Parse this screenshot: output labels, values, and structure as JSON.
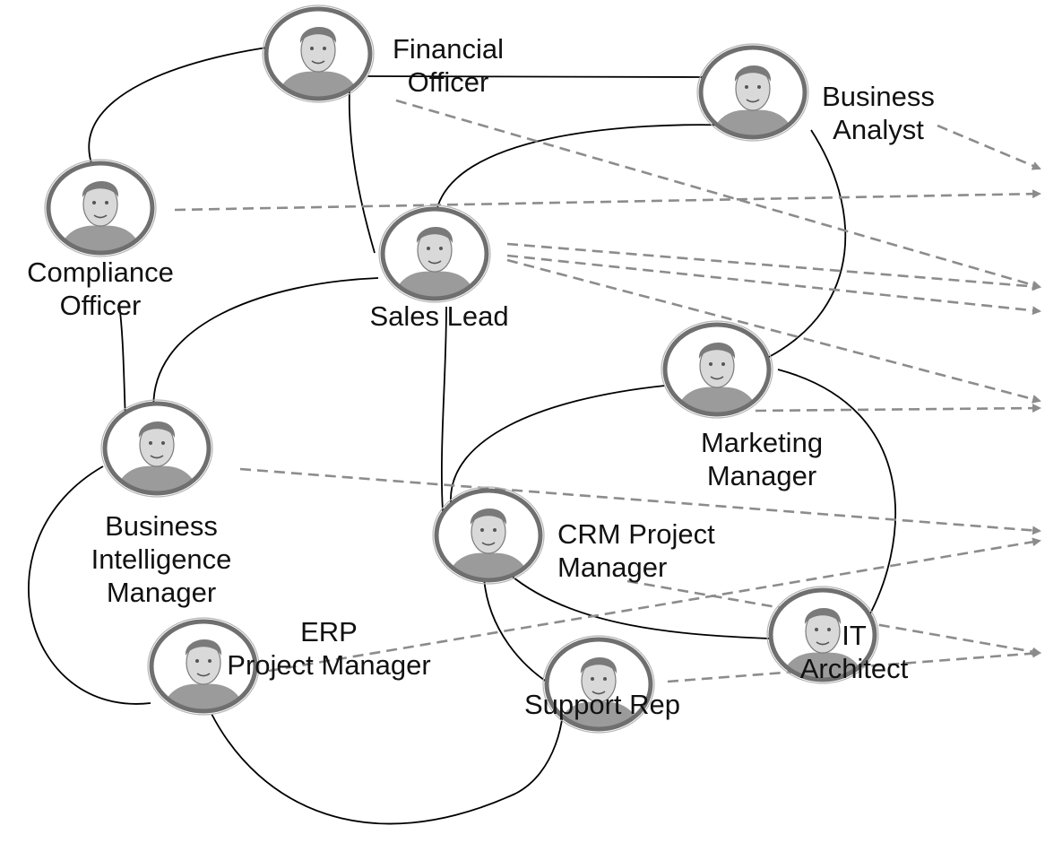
{
  "diagram": {
    "colors": {
      "background": "#ffffff",
      "relationship_line": "#000000",
      "arrow": "#8c8c8c",
      "portrait_ring": "#6f6f6f",
      "portrait_face": "#ffffff",
      "portrait_shade": "#7a7a7a"
    },
    "people": [
      {
        "id": "financial-officer",
        "icon": "person-portrait-icon",
        "label_lines": [
          "Financial",
          "Officer"
        ]
      },
      {
        "id": "business-analyst",
        "icon": "person-portrait-icon",
        "label_lines": [
          "Business",
          "Analyst"
        ]
      },
      {
        "id": "compliance-officer",
        "icon": "person-portrait-icon",
        "label_lines": [
          "Compliance",
          "Officer"
        ]
      },
      {
        "id": "sales-lead",
        "icon": "person-portrait-icon",
        "label_lines": [
          "Sales Lead"
        ]
      },
      {
        "id": "marketing-manager",
        "icon": "person-portrait-icon",
        "label_lines": [
          "Marketing",
          "Manager"
        ]
      },
      {
        "id": "business-intelligence-manager",
        "icon": "person-portrait-icon",
        "label_lines": [
          "Business",
          "Intelligence",
          "Manager"
        ]
      },
      {
        "id": "crm-project-manager",
        "icon": "person-portrait-icon",
        "label_lines": [
          "CRM Project",
          "Manager"
        ]
      },
      {
        "id": "it-architect",
        "icon": "person-portrait-icon",
        "label_lines": [
          "IT",
          "Architect"
        ]
      },
      {
        "id": "erp-project-manager",
        "icon": "person-portrait-icon",
        "label_lines": [
          "ERP",
          "Project Manager"
        ]
      },
      {
        "id": "support-rep",
        "icon": "person-portrait-icon",
        "label_lines": [
          "Support Rep"
        ]
      }
    ],
    "relationships": [
      {
        "from": "financial-officer",
        "to": "business-analyst"
      },
      {
        "from": "financial-officer",
        "to": "compliance-officer"
      },
      {
        "from": "financial-officer",
        "to": "sales-lead"
      },
      {
        "from": "business-analyst",
        "to": "sales-lead"
      },
      {
        "from": "business-analyst",
        "to": "marketing-manager"
      },
      {
        "from": "compliance-officer",
        "to": "business-intelligence-manager"
      },
      {
        "from": "sales-lead",
        "to": "business-intelligence-manager"
      },
      {
        "from": "sales-lead",
        "to": "crm-project-manager"
      },
      {
        "from": "marketing-manager",
        "to": "crm-project-manager"
      },
      {
        "from": "marketing-manager",
        "to": "it-architect"
      },
      {
        "from": "crm-project-manager",
        "to": "it-architect"
      },
      {
        "from": "crm-project-manager",
        "to": "support-rep"
      },
      {
        "from": "business-intelligence-manager",
        "to": "erp-project-manager"
      },
      {
        "from": "erp-project-manager",
        "to": "support-rep"
      }
    ],
    "outbound_arrows": [
      {
        "from": "business-analyst"
      },
      {
        "from": "compliance-officer"
      },
      {
        "from": "financial-officer"
      },
      {
        "from": "sales-lead"
      },
      {
        "from": "sales-lead"
      },
      {
        "from": "sales-lead"
      },
      {
        "from": "marketing-manager"
      },
      {
        "from": "business-intelligence-manager"
      },
      {
        "from": "erp-project-manager"
      },
      {
        "from": "crm-project-manager"
      },
      {
        "from": "support-rep"
      }
    ]
  }
}
